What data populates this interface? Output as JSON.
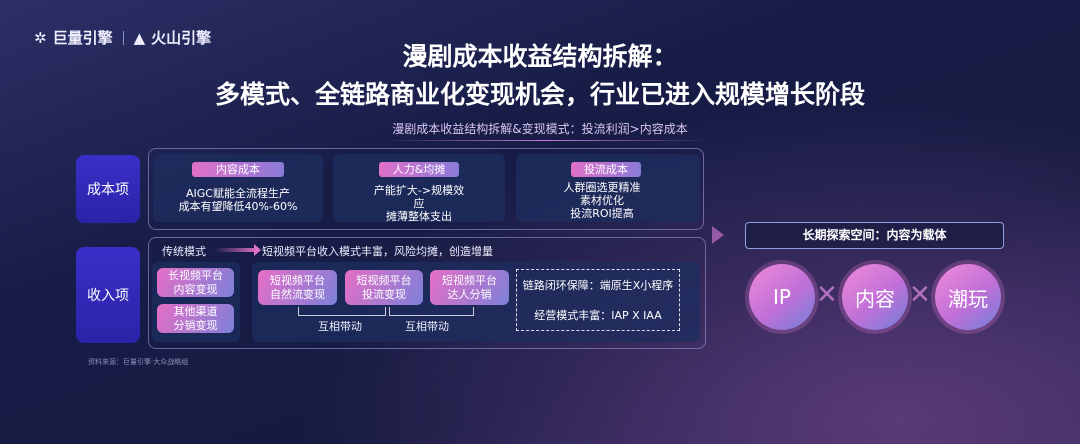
{
  "logo": {
    "brand1": "巨量引擎",
    "brand2": "火山引擎"
  },
  "title": {
    "line1": "漫剧成本收益结构拆解：",
    "line2": "多模式、全链路商业化变现机会，行业已进入规模增长阶段"
  },
  "subtitle": "漫剧成本收益结构拆解&变现模式：投流利润>内容成本",
  "cost": {
    "label": "成本项",
    "items": [
      {
        "tag": "内容成本",
        "lines": [
          "AIGC赋能全流程生产",
          "成本有望降低40%-60%"
        ]
      },
      {
        "tag": "人力&均摊",
        "lines": [
          "产能扩大->规模效",
          "应",
          "摊薄整体支出"
        ]
      },
      {
        "tag": "投流成本",
        "lines": [
          "人群圈选更精准",
          "素材优化",
          "投流ROI提高"
        ]
      }
    ]
  },
  "revenue": {
    "label": "收入项",
    "traditional": "传统模式",
    "headline": "短视频平台收入模式丰富，风险均摊，创造增量",
    "traditional_items": [
      [
        "长视频平台",
        "内容变现"
      ],
      [
        "其他渠道",
        "分销变现"
      ]
    ],
    "short_items": [
      [
        "短视频平台",
        "自然流变现"
      ],
      [
        "短视频平台",
        "投流变现"
      ],
      [
        "短视频平台",
        "达人分销"
      ]
    ],
    "link_label": "互相带动",
    "dashed": [
      "链路闭环保障：端原生X小程序",
      "经营模式丰富：IAP X IAA"
    ]
  },
  "longterm": {
    "title": "长期探索空间：内容为载体",
    "circles": [
      "IP",
      "内容",
      "潮玩"
    ]
  },
  "footnote": "资料来源：巨量引擎·大众战略组"
}
